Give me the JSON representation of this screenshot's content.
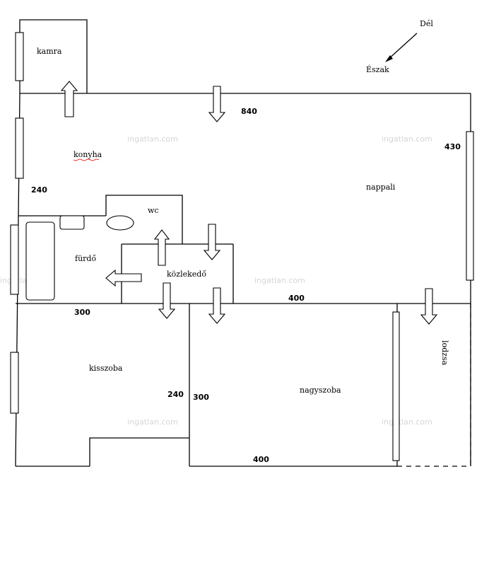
{
  "rooms": {
    "kamra": "kamra",
    "konyha": "konyha",
    "nappali": "nappali",
    "wc": "wc",
    "furdo": "fürdő",
    "kozlekedo": "közlekedő",
    "kisszoba": "kisszoba",
    "nagyszoba": "nagyszoba",
    "loggia": "lodzsa"
  },
  "dimensions": {
    "top_width": "840",
    "nappali_depth": "430",
    "konyha_depth": "240",
    "nappali_lower_width": "400",
    "kisszoba_width": "300",
    "kisszoba_depth": "240",
    "nagyszoba_depth": "300",
    "nagyszoba_width": "400"
  },
  "compass": {
    "south": "Dél",
    "north": "Észak"
  },
  "watermark": "ingatlan.com"
}
